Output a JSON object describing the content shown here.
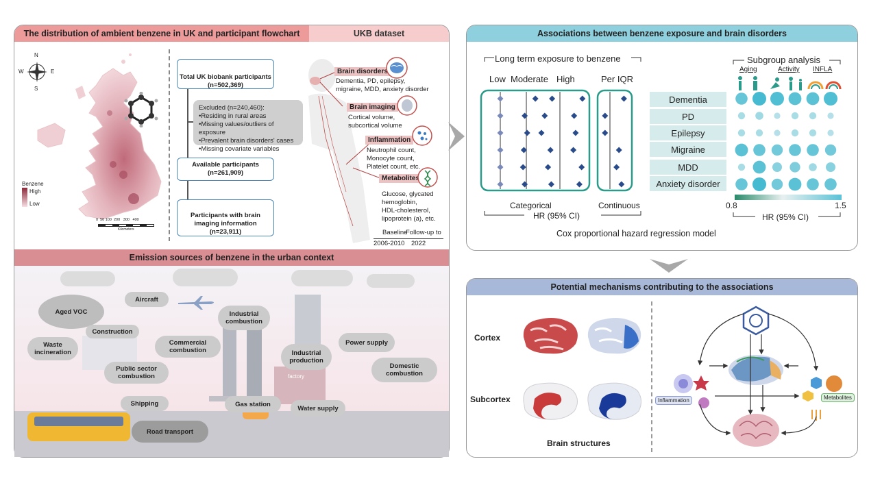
{
  "left_top": {
    "title": "The distribution of ambient benzene in UK and participant flowchart",
    "ukb_title": "UKB dataset",
    "legend": {
      "title": "Benzene",
      "high": "High",
      "low": "Low"
    },
    "compass": {
      "n": "N",
      "s": "S",
      "e": "E",
      "w": "W"
    },
    "scale": "0  50 100  200   300   400",
    "scale_unit": "Kilometers",
    "flow": {
      "total": "Total UK biobank participants",
      "total_n": "(n=502,369)",
      "excluded_title": "Excluded (n=240,460):",
      "excluded_items": [
        "•Residing in rural areas",
        "•Missing values/outliers of exposure",
        "•Prevalent brain disorders' cases",
        "•Missing covariate variables"
      ],
      "available": "Available participants",
      "available_n": "(n=261,909)",
      "imaging": "Participants with brain",
      "imaging2": "imaging information",
      "imaging_n": "(n=23,911)"
    },
    "ukb": {
      "brain_disorders": "Brain disorders",
      "brain_disorders_text": [
        "Dementia, PD, epilepsy,",
        "migraine, MDD, anxiety disorder"
      ],
      "brain_imaging": "Brain imaging",
      "brain_imaging_text": [
        "Cortical volume,",
        "subcortical volume"
      ],
      "inflammation": "Inflammation",
      "inflammation_text": [
        "Neutrophil count,",
        "Monocyte count,",
        "Platelet count, etc."
      ],
      "metabolites": "Metabolites",
      "metabolites_text": [
        "Glucose, glycated",
        "hemoglobin,",
        "HDL-cholesterol,",
        "lipoprotein (a), etc."
      ],
      "baseline": "Baseline",
      "followup": "Follow-up to",
      "years_base": "2006-2010",
      "years_follow": "2022"
    }
  },
  "left_bottom": {
    "title": "Emission sources of benzene in the urban context",
    "sources": [
      "Aged VOC",
      "Aircraft",
      "Industrial combustion",
      "Construction",
      "Commercial combustion",
      "Waste incineration",
      "Public sector combustion",
      "Industrial production",
      "Power supply",
      "Domestic combustion",
      "Shipping",
      "Gas station",
      "Water supply",
      "Road transport"
    ],
    "factory": "factory"
  },
  "right_top": {
    "title": "Associations between benzene exposure and brain disorders",
    "long_term": "Long term exposure to benzene",
    "cat_labels": [
      "Low",
      "Moderate",
      "High"
    ],
    "per_iqr": "Per IQR",
    "categorical": "Categorical",
    "continuous": "Continuous",
    "hr": "HR (95% CI)",
    "cox": "Cox proportional hazard regression model",
    "subgroup": "Subgroup analysis",
    "sub_labels": [
      "Aging",
      "Activity",
      "INFLA"
    ],
    "scale_min": "0.8",
    "scale_max": "1.5",
    "hr2": "HR (95% CI)",
    "diseases": [
      "Dementia",
      "PD",
      "Epilepsy",
      "Migraine",
      "MDD",
      "Anxiety disorder"
    ],
    "forest_x": {
      "low": [
        0,
        0,
        0,
        0,
        0,
        0
      ],
      "moderate": [
        0.55,
        -0.1,
        0.05,
        -0.15,
        -0.2,
        -0.1
      ],
      "high": [
        0.65,
        0.2,
        0.0,
        0.55,
        0.4,
        0.6
      ],
      "high2": [
        0.9,
        0.35,
        0.45,
        0.3,
        0.85,
        0.7
      ],
      "iqr": [
        0.85,
        -0.3,
        -0.3,
        0.55,
        0.4,
        0.7
      ]
    },
    "subgroup_values": [
      [
        1.3,
        1.45,
        1.4,
        1.35,
        1.35,
        1.4
      ],
      [
        1.0,
        1.05,
        0.95,
        1.0,
        1.0,
        0.95
      ],
      [
        1.0,
        1.0,
        0.95,
        1.0,
        1.0,
        0.95
      ],
      [
        1.35,
        1.3,
        1.25,
        1.3,
        1.3,
        1.25
      ],
      [
        1.0,
        1.35,
        1.15,
        1.2,
        1.05,
        1.15
      ],
      [
        1.3,
        1.45,
        1.25,
        1.35,
        1.3,
        1.3
      ]
    ]
  },
  "right_bottom": {
    "title": "Potential mechanisms contributing to the associations",
    "cortex": "Cortex",
    "subcortex": "Subcortex",
    "brain_structures": "Brain structures",
    "inflammation": "Inflammation",
    "metabolites": "Metabolites"
  },
  "colors": {
    "pink_header": "#ec9a9a",
    "teal_header": "#8ed0dd",
    "blue_header": "#a8b8d8",
    "teal": "#2a9a8a",
    "diamond": "#2a4b8a"
  }
}
